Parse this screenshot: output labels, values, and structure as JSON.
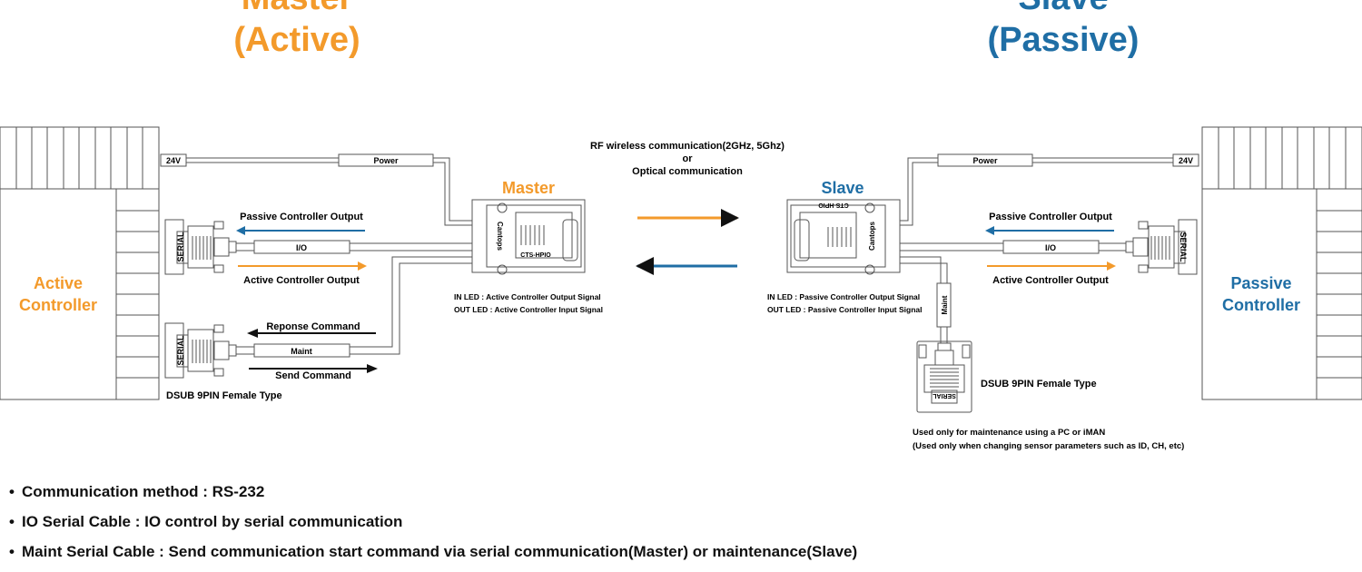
{
  "headers": {
    "master_line1": "Master",
    "master_line2": "(Active)",
    "slave_line1": "Slave",
    "slave_line2": "(Passive)"
  },
  "colors": {
    "orange": "#f39a2b",
    "blue": "#1f6ea5",
    "line": "#555555"
  },
  "left": {
    "controller_line1": "Active",
    "controller_line2": "Controller",
    "voltage": "24V",
    "power": "Power",
    "io": "I/O",
    "maint": "Maint",
    "serial": "SERIAL",
    "passive_output": "Passive Controller Output",
    "active_output": "Active Controller Output",
    "response_command": "Reponse Command",
    "send_command": "Send Command",
    "dsub": "DSUB 9PIN Female Type"
  },
  "master_device": {
    "title": "Master",
    "model": "CTS-HPIO",
    "brand": "Cantops",
    "in_led": "IN LED : Active Controller Output Signal",
    "out_led": "OUT LED : Active Controller Input Signal"
  },
  "center": {
    "line1": "RF wireless communication(2GHz, 5Ghz)",
    "line2": "or",
    "line3": "Optical communication"
  },
  "slave_device": {
    "title": "Slave",
    "model": "CTS-HPIO",
    "brand": "Cantops",
    "in_led": "IN LED : Passive Controller Output Signal",
    "out_led": "OUT LED : Passive Controller Input Signal"
  },
  "right": {
    "controller_line1": "Passive",
    "controller_line2": "Controller",
    "voltage": "24V",
    "power": "Power",
    "io": "I/O",
    "maint": "Maint",
    "serial": "SERIAL",
    "passive_output": "Passive Controller Output",
    "active_output": "Active Controller Output",
    "dsub": "DSUB 9PIN Female Type",
    "note1": "Used only for maintenance using a PC or iMAN",
    "note2": "(Used only when changing sensor parameters such as ID, CH, etc)"
  },
  "bullets": [
    "Communication method : RS-232",
    "IO Serial Cable : IO control by serial communication",
    "Maint Serial Cable : Send communication start command via serial communication(Master) or maintenance(Slave)"
  ]
}
